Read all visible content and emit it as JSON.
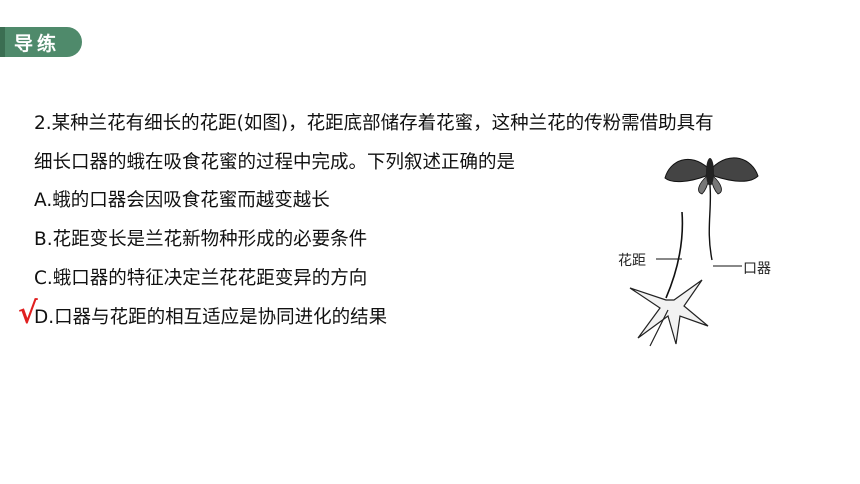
{
  "header": {
    "tab_label": "导练"
  },
  "question": {
    "stem_line1": "2.某种兰花有细长的花距(如图)，花距底部储存着花蜜，这种兰花的传粉需借助具有",
    "stem_line2": "细长口器的蛾在吸食花蜜的过程中完成。下列叙述正确的是",
    "options": [
      "A.蛾的口器会因吸食花蜜而越变越长",
      "B.花距变长是兰花新物种形成的必要条件",
      "C.蛾口器的特征决定兰花花距变异的方向",
      "D.口器与花距的相互适应是协同进化的结果"
    ],
    "correct_mark": "√"
  },
  "figure": {
    "label_spur": "花距",
    "label_proboscis": "口器"
  },
  "colors": {
    "tab": "#4f8a6b",
    "mark": "#e02020"
  }
}
